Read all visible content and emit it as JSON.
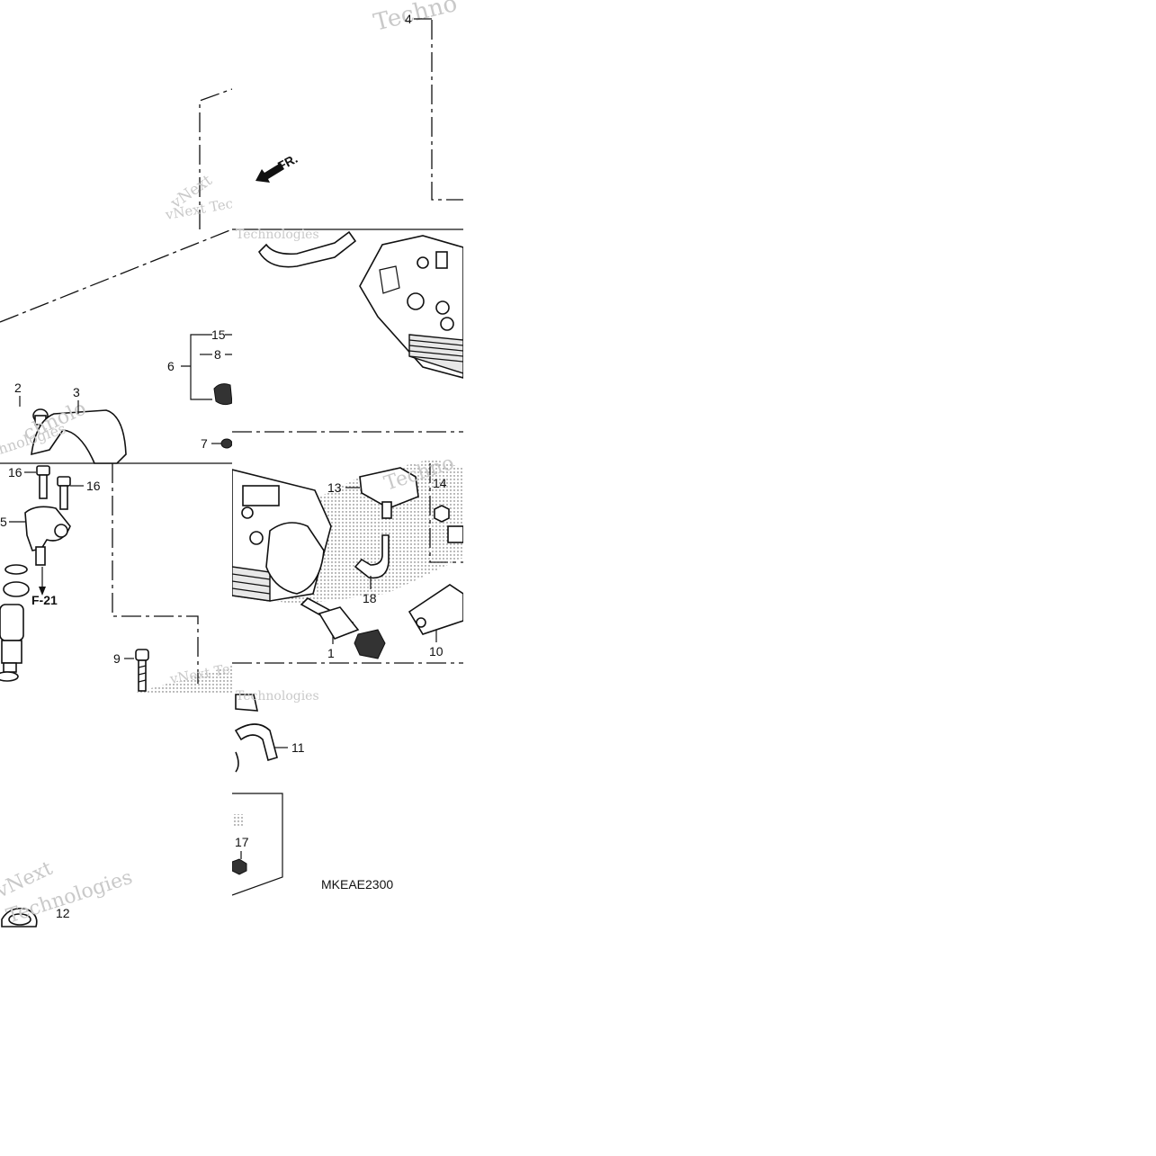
{
  "diagram_code": "MKEAE2300",
  "direction_label": "FR.",
  "reference_label": "F-21",
  "watermark_texts": [
    "Techno",
    "vNext Tec",
    "vNext",
    "Technologies",
    "hnologies",
    "vNext Te",
    "chnolo",
    "vNext",
    "Technologies"
  ],
  "callouts": {
    "c1": "1",
    "c2": "2",
    "c3": "3",
    "c4": "4",
    "c5": "5",
    "c6": "6",
    "c7": "7",
    "c8": "8",
    "c9": "9",
    "c10": "10",
    "c11": "11",
    "c12": "12",
    "c13": "13",
    "c14": "14",
    "c15": "15",
    "c16a": "16",
    "c16b": "16",
    "c17": "17",
    "c18": "18"
  }
}
